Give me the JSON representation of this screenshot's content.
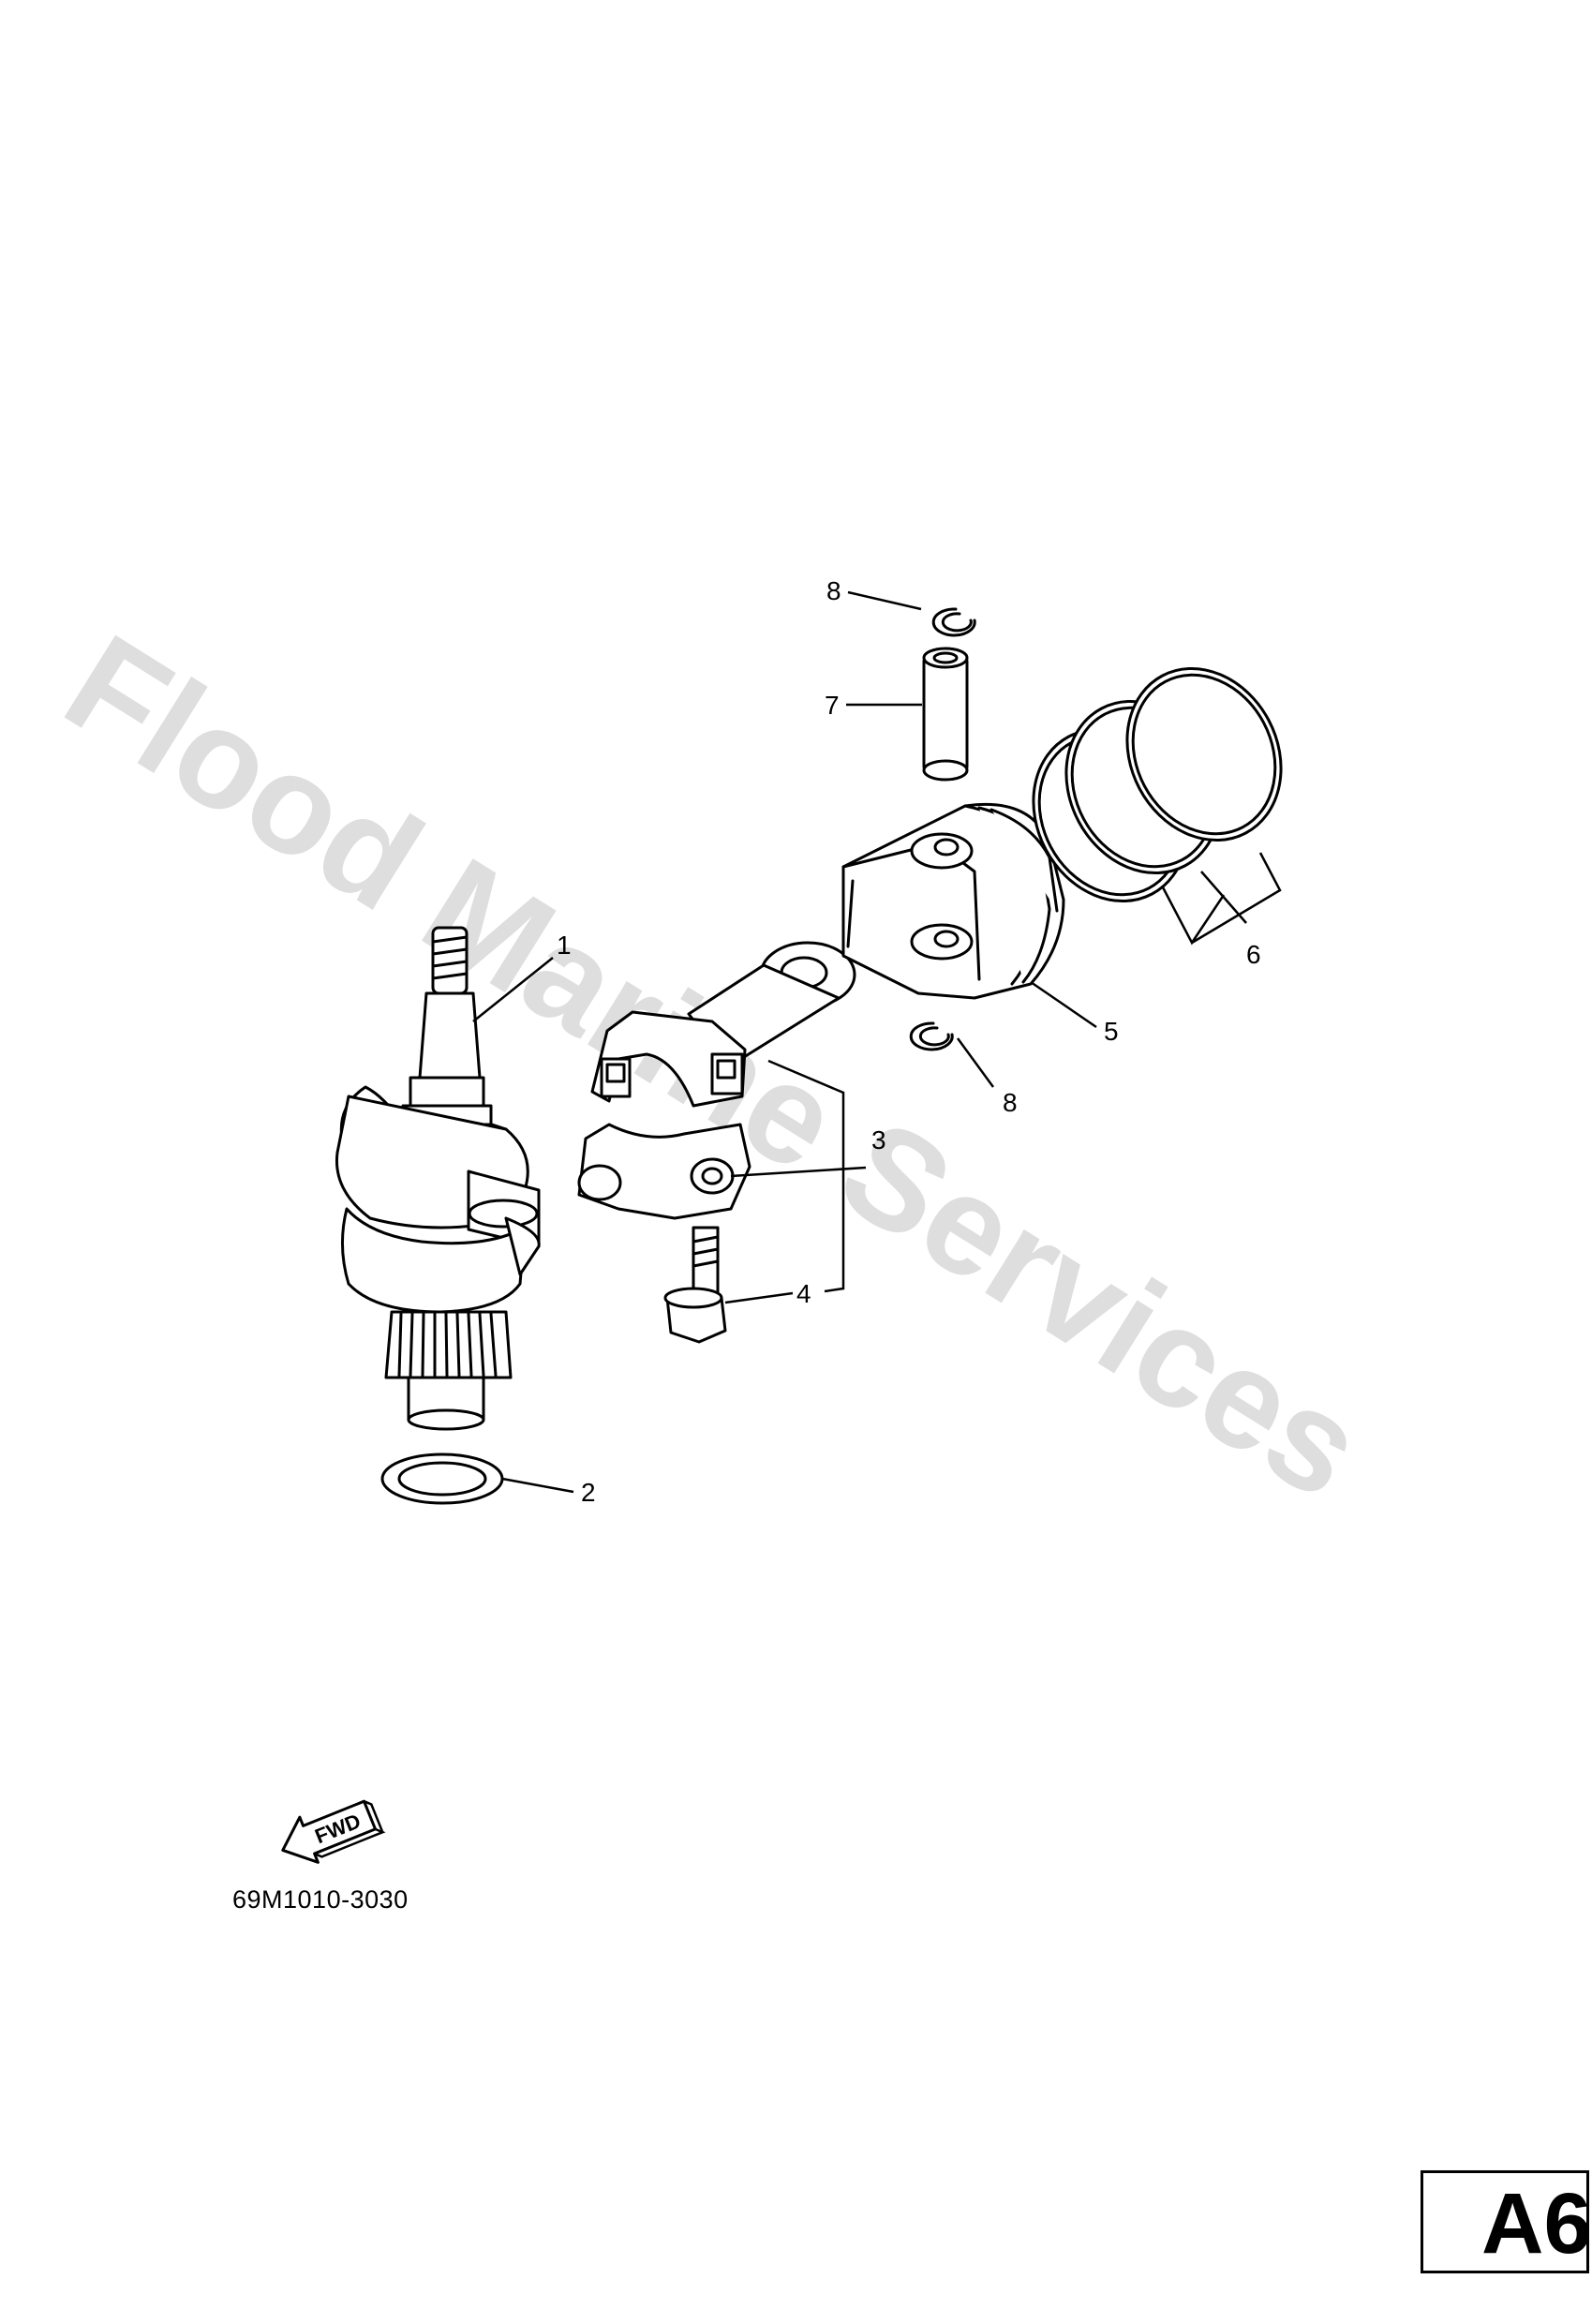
{
  "watermark": "Flood Marine Services",
  "callouts": [
    {
      "id": "1",
      "label": "1"
    },
    {
      "id": "2",
      "label": "2"
    },
    {
      "id": "3",
      "label": "3"
    },
    {
      "id": "4",
      "label": "4"
    },
    {
      "id": "5",
      "label": "5"
    },
    {
      "id": "6",
      "label": "6"
    },
    {
      "id": "7",
      "label": "7"
    },
    {
      "id": "8a",
      "label": "8"
    },
    {
      "id": "8b",
      "label": "8"
    }
  ],
  "fwd_label": "FWD",
  "part_code": "69M1010-3030",
  "page_label": "A6",
  "colors": {
    "line": "#000000",
    "watermark": "#d4d4d4"
  }
}
